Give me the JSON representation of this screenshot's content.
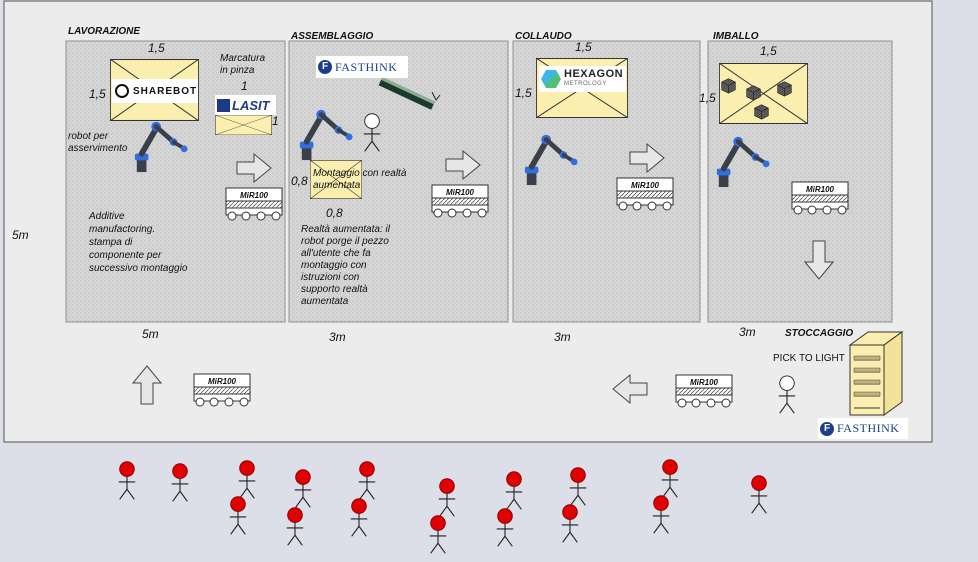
{
  "colors": {
    "background": "#dcdfe8",
    "board": "#ececec",
    "station_fill": "#d8d8d8",
    "station_border": "#909090",
    "parcel_fill": "#fbefb0",
    "robot_blue": "#2f6fe0",
    "robot_dark": "#3a3f4a",
    "person_red": "#e00000"
  },
  "board": {
    "height_label": "5m"
  },
  "lavorazione": {
    "title": "LAVORAZIONE",
    "dim_top": "1,5",
    "dim_side": "1,5",
    "sharebot_logo": "SHAREBOT",
    "marcatura_label": "Marcatura\nin pinza",
    "marcatura_dim_top": "1",
    "marcatura_dim_side": "1",
    "lasit_logo": "LASIT",
    "robot_label": "robot per\nasservimento",
    "description": "Additive\nmanufactoring.\nstampa di\ncomponente per\nsuccessivo montaggio",
    "width_label": "5m"
  },
  "assemblaggio": {
    "title": "ASSEMBLAGGIO",
    "fasthink_logo": "FASTHINK",
    "montaggio_label": "Montaggio con realtà\naumentata",
    "dim_side": "0,8",
    "dim_bottom": "0,8",
    "description": "Realtà aumentata: il\nrobot porge il pezzo\nall'utente che fa\nmontaggio con\nistruzioni con\nsupporto realtà\naumentata",
    "width_label": "3m"
  },
  "collaudo": {
    "title": "COLLAUDO",
    "dim_top": "1,5",
    "dim_side": "1,5",
    "hexagon_logo": "HEXAGON",
    "hexagon_sub": "METROLOGY",
    "width_label": "3m"
  },
  "imballo": {
    "title": "IMBALLO",
    "dim_top": "1,5",
    "dim_side": "1,5",
    "width_label": "3m"
  },
  "stoccaggio": {
    "title": "STOCCAGGIO",
    "pick_label": "PICK TO LIGHT",
    "fasthink_logo": "FASTHINK"
  },
  "agv_label": "MiR100"
}
